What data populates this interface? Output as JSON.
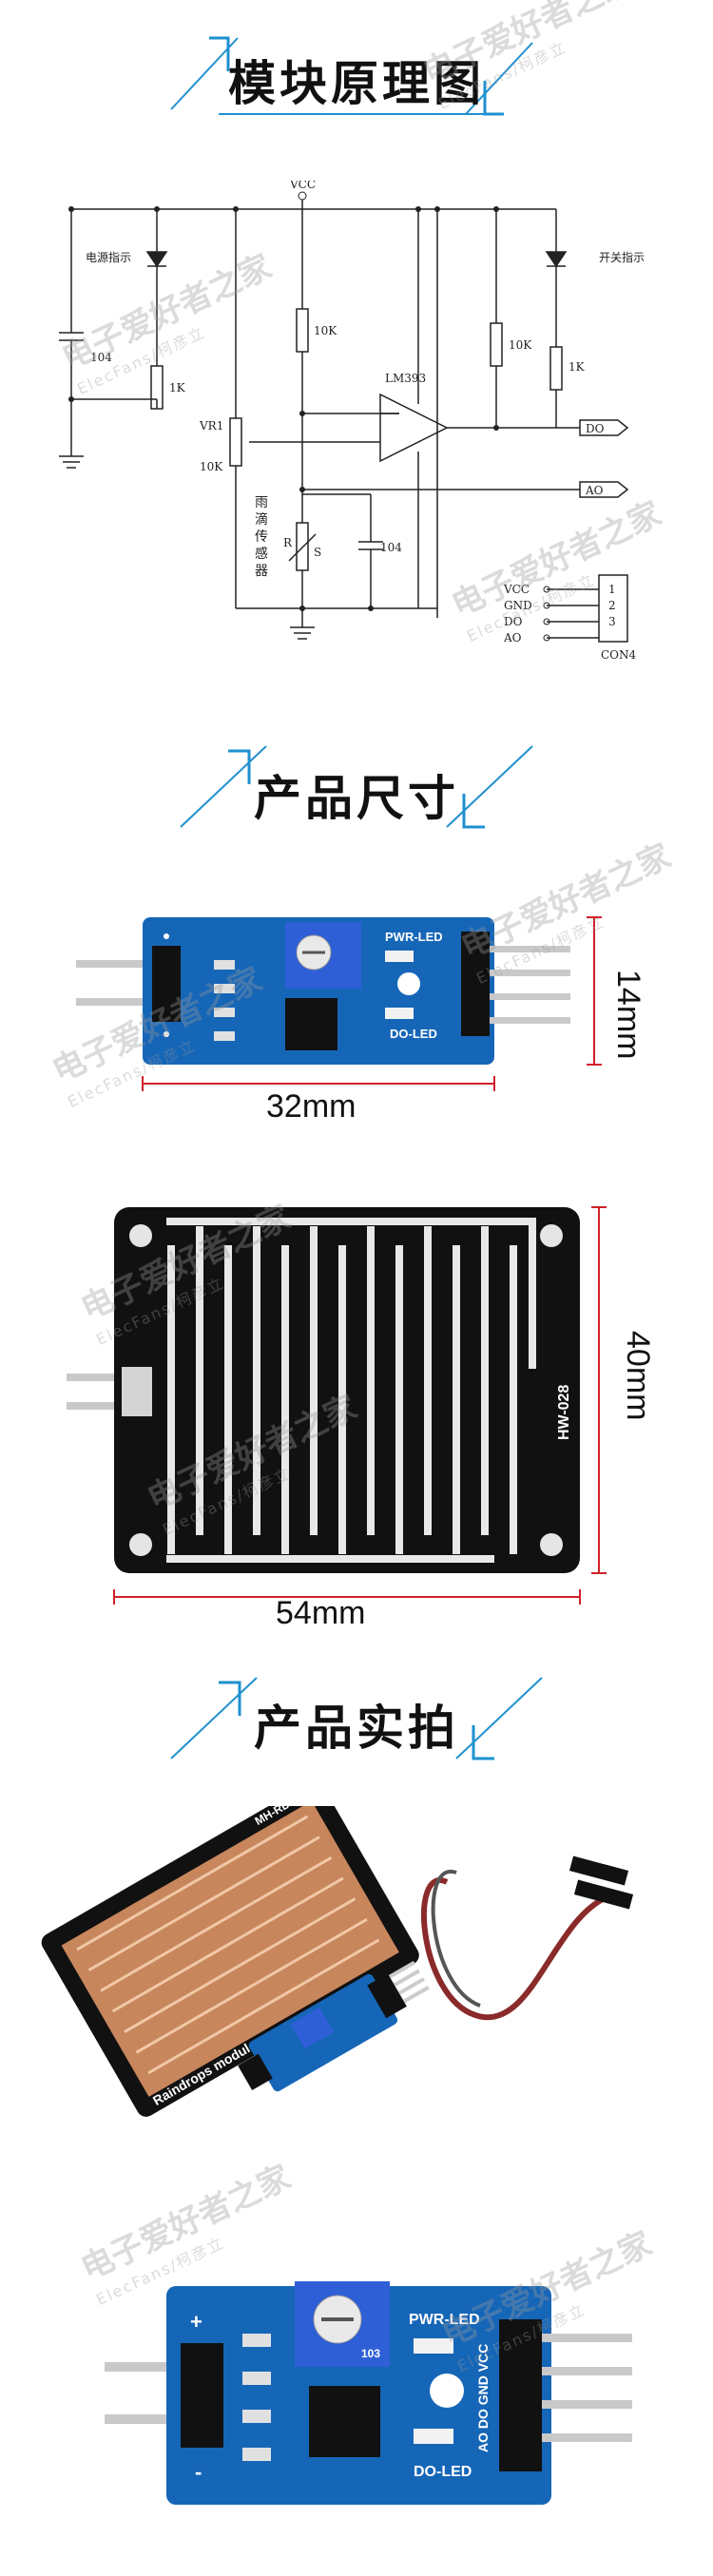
{
  "sections": {
    "schematic_title": "模块原理图",
    "size_title": "产品尺寸",
    "photo_title": "产品实拍"
  },
  "schematic": {
    "vcc": "VCC",
    "power_indicator": "电源指示",
    "switch_indicator": "开关指示",
    "c1": "104",
    "r1": "1K",
    "r2": "10K",
    "r3": "10K",
    "r4": "1K",
    "vr": "VR1",
    "vr_value": "10K",
    "chip": "LM393",
    "sensor_label": "雨滴传感器",
    "r_label": "R",
    "s_label": "S",
    "c2": "104",
    "do": "DO",
    "ao": "AO",
    "pins": [
      "VCC",
      "GND",
      "DO",
      "AO"
    ],
    "pin_numbers": [
      "1",
      "2",
      "3"
    ],
    "connector": "CON4"
  },
  "dimensions": {
    "module_height": "14mm",
    "module_width": "32mm",
    "board_height": "40mm",
    "board_width": "54mm"
  },
  "pcb_labels": {
    "pwr_led": "PWR-LED",
    "do_led": "DO-LED",
    "pins_text": "AO DO GND VCC",
    "board_model": "HW-028",
    "plus": "+",
    "minus": "-",
    "pot": "103",
    "sensor_model": "MH-RD",
    "sensor_name": "Raindrops module"
  },
  "watermark": {
    "cn": "电子爱好者之家",
    "en": "ElecFans/柯彦立"
  },
  "colors": {
    "accent_blue": "#1e90d0",
    "pcb_blue": "#1666b8",
    "pcb_black": "#111111",
    "dim_red": "#d0202a"
  }
}
